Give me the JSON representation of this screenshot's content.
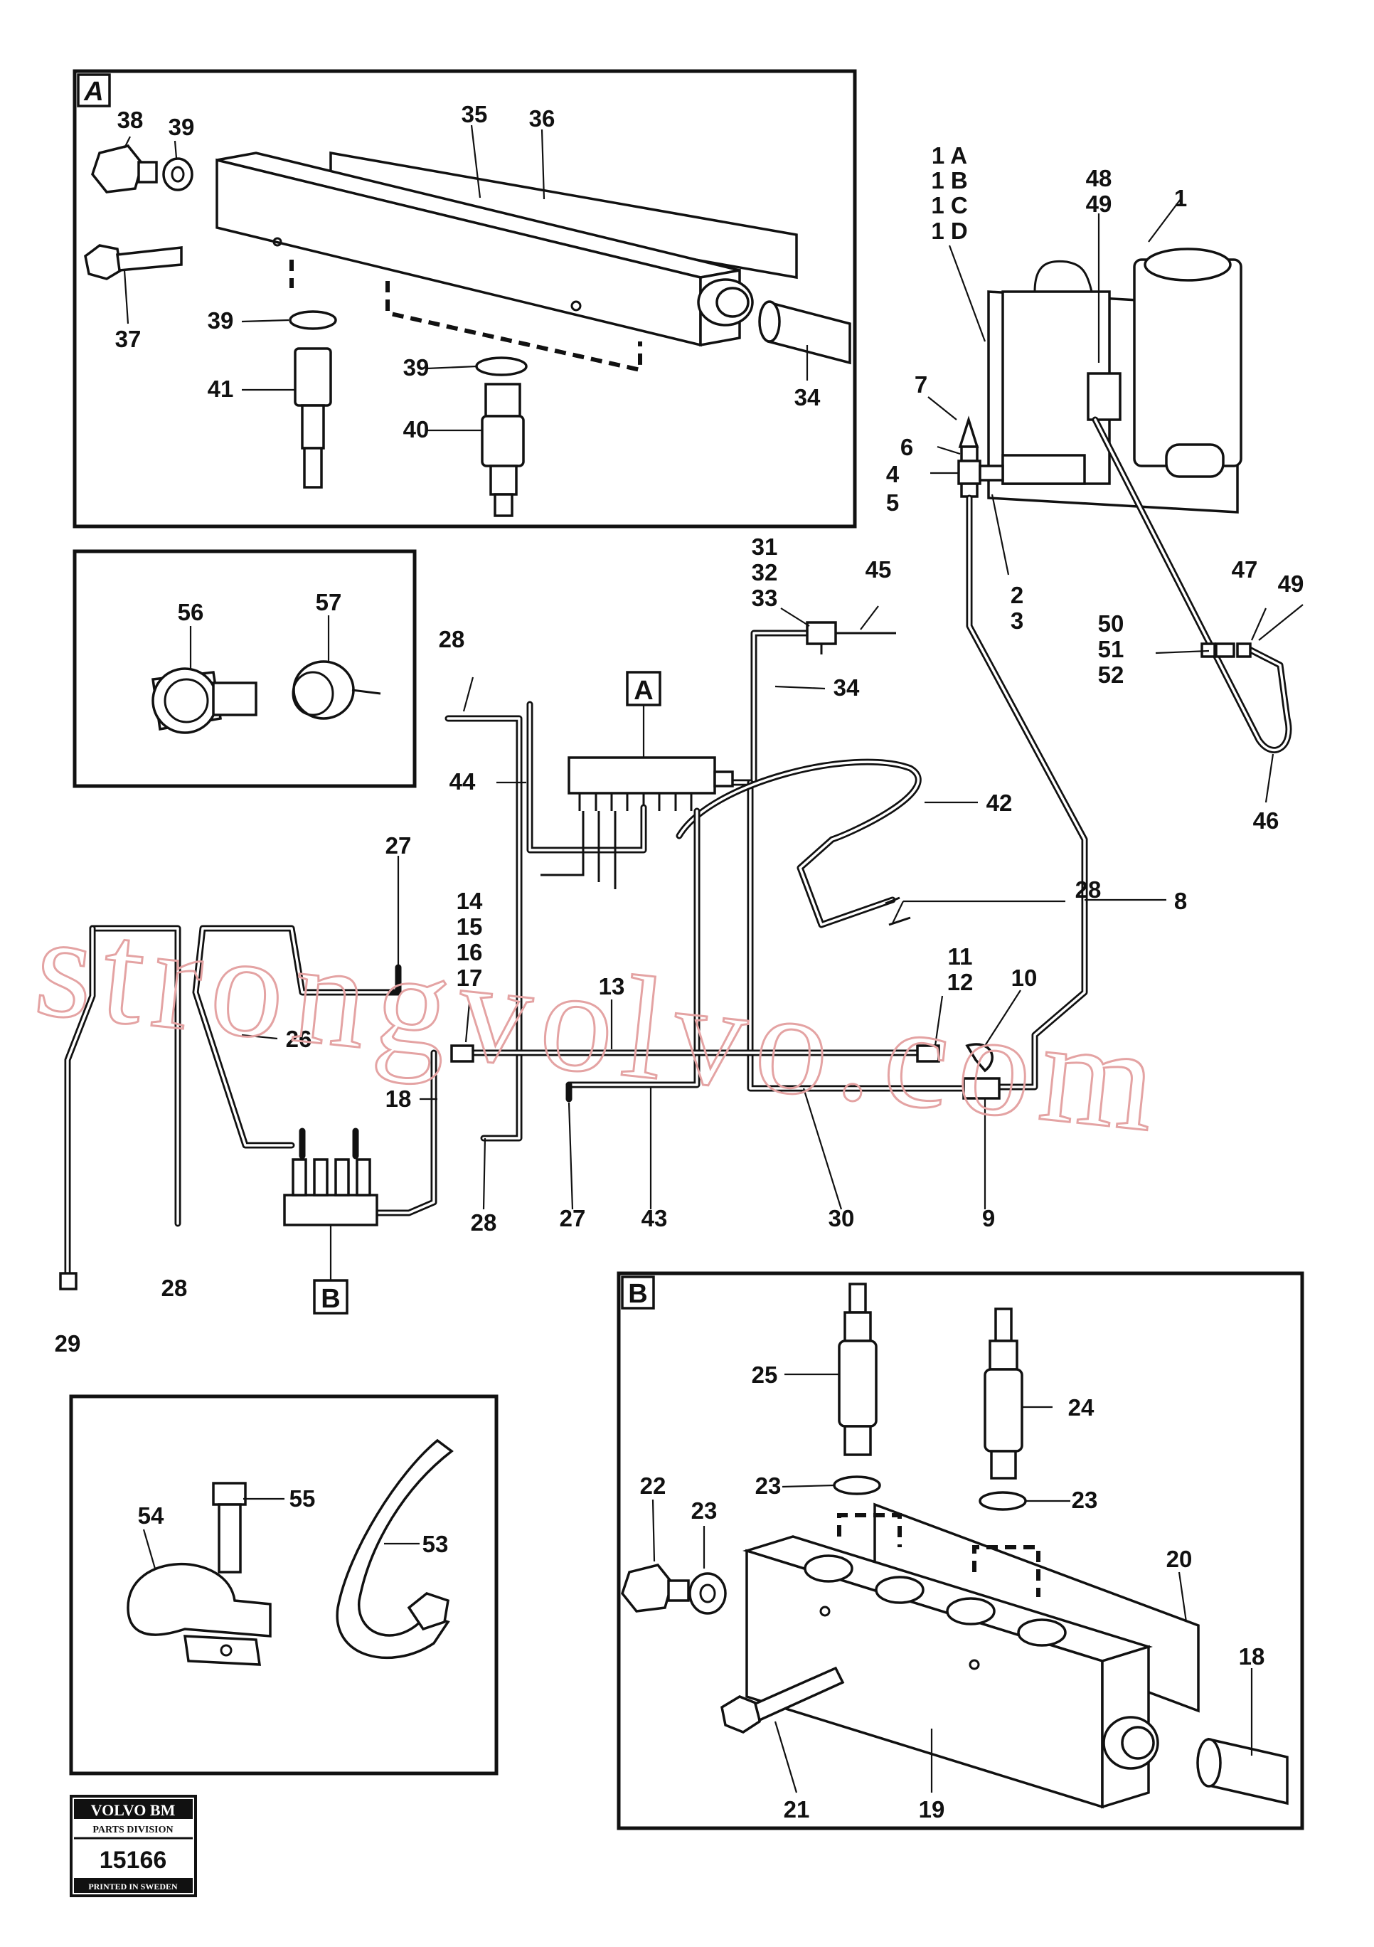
{
  "callouts": {
    "c38": "38",
    "c39a": "39",
    "c35": "35",
    "c36": "36",
    "c37": "37",
    "c39b": "39",
    "c41": "41",
    "c39c": "39",
    "c40": "40",
    "c34a": "34",
    "c1a": "1 A",
    "c1b": "1 B",
    "c1c": "1 C",
    "c1d": "1 D",
    "c48": "48",
    "c49a": "49",
    "c1": "1",
    "c7": "7",
    "c6": "6",
    "c4": "4",
    "c5": "5",
    "c2": "2",
    "c3": "3",
    "c56": "56",
    "c57": "57",
    "c31": "31",
    "c32": "32",
    "c33": "33",
    "c45": "45",
    "c34b": "34",
    "c47": "47",
    "c49b": "49",
    "c50": "50",
    "c51": "51",
    "c52": "52",
    "c46": "46",
    "c28a": "28",
    "c44": "44",
    "c42": "42",
    "c28b": "28",
    "c8": "8",
    "c27a": "27",
    "c14": "14",
    "c15": "15",
    "c16": "16",
    "c17": "17",
    "c13": "13",
    "c11": "11",
    "c12": "12",
    "c10": "10",
    "c26": "26",
    "c18a": "18",
    "c28c": "28",
    "c27b": "27",
    "c43": "43",
    "c30": "30",
    "c9": "9",
    "c28d": "28",
    "c29": "29",
    "c55": "55",
    "c54": "54",
    "c53": "53",
    "c25": "25",
    "c24": "24",
    "c22": "22",
    "c23a": "23",
    "c23b": "23",
    "c23c": "23",
    "c20": "20",
    "c18b": "18",
    "c21": "21",
    "c19": "19"
  },
  "detail_tags": {
    "a_frame": "A",
    "a_main": "A",
    "b_main": "B",
    "b_frame": "B"
  },
  "logo": {
    "brand": "VOLVO BM",
    "division": "PARTS DIVISION",
    "number": "15166",
    "printed": "PRINTED IN SWEDEN"
  },
  "watermark": "strongvolvo.com",
  "colors": {
    "ink": "#111111",
    "watermark": "#e4a3a3",
    "paper": "#ffffff"
  }
}
